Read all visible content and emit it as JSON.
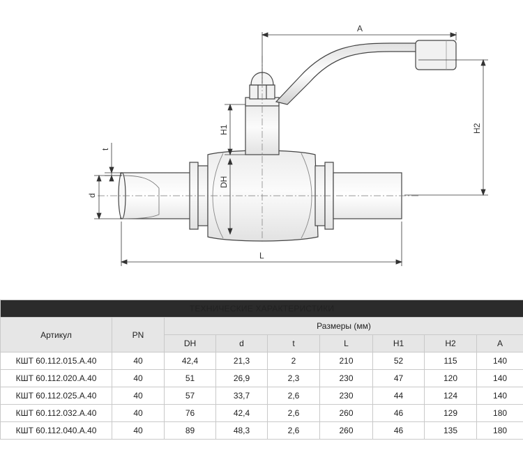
{
  "drawing": {
    "dim_labels": {
      "A": "A",
      "H1": "H1",
      "H2": "H2",
      "DH": "DH",
      "d": "d",
      "t": "t",
      "L": "L"
    }
  },
  "table": {
    "title": "ТЕХНИЧЕСКИЕ ХАРАКТЕРИСТИКИ",
    "col_article": "Артикул",
    "col_pn": "PN",
    "col_group": "Размеры (мм)",
    "sub_headers": [
      "DH",
      "d",
      "t",
      "L",
      "H1",
      "H2",
      "A"
    ],
    "rows": [
      {
        "article": "КШТ 60.112.015.А.40",
        "pn": "40",
        "dh": "42,4",
        "d": "21,3",
        "t": "2",
        "l": "210",
        "h1": "52",
        "h2": "115",
        "a": "140"
      },
      {
        "article": "КШТ 60.112.020.А.40",
        "pn": "40",
        "dh": "51",
        "d": "26,9",
        "t": "2,3",
        "l": "230",
        "h1": "47",
        "h2": "120",
        "a": "140"
      },
      {
        "article": "КШТ 60.112.025.А.40",
        "pn": "40",
        "dh": "57",
        "d": "33,7",
        "t": "2,6",
        "l": "230",
        "h1": "44",
        "h2": "124",
        "a": "140"
      },
      {
        "article": "КШТ 60.112.032.А.40",
        "pn": "40",
        "dh": "76",
        "d": "42,4",
        "t": "2,6",
        "l": "260",
        "h1": "46",
        "h2": "129",
        "a": "180"
      },
      {
        "article": "КШТ 60.112.040.А.40",
        "pn": "40",
        "dh": "89",
        "d": "48,3",
        "t": "2,6",
        "l": "260",
        "h1": "46",
        "h2": "135",
        "a": "180"
      }
    ]
  }
}
